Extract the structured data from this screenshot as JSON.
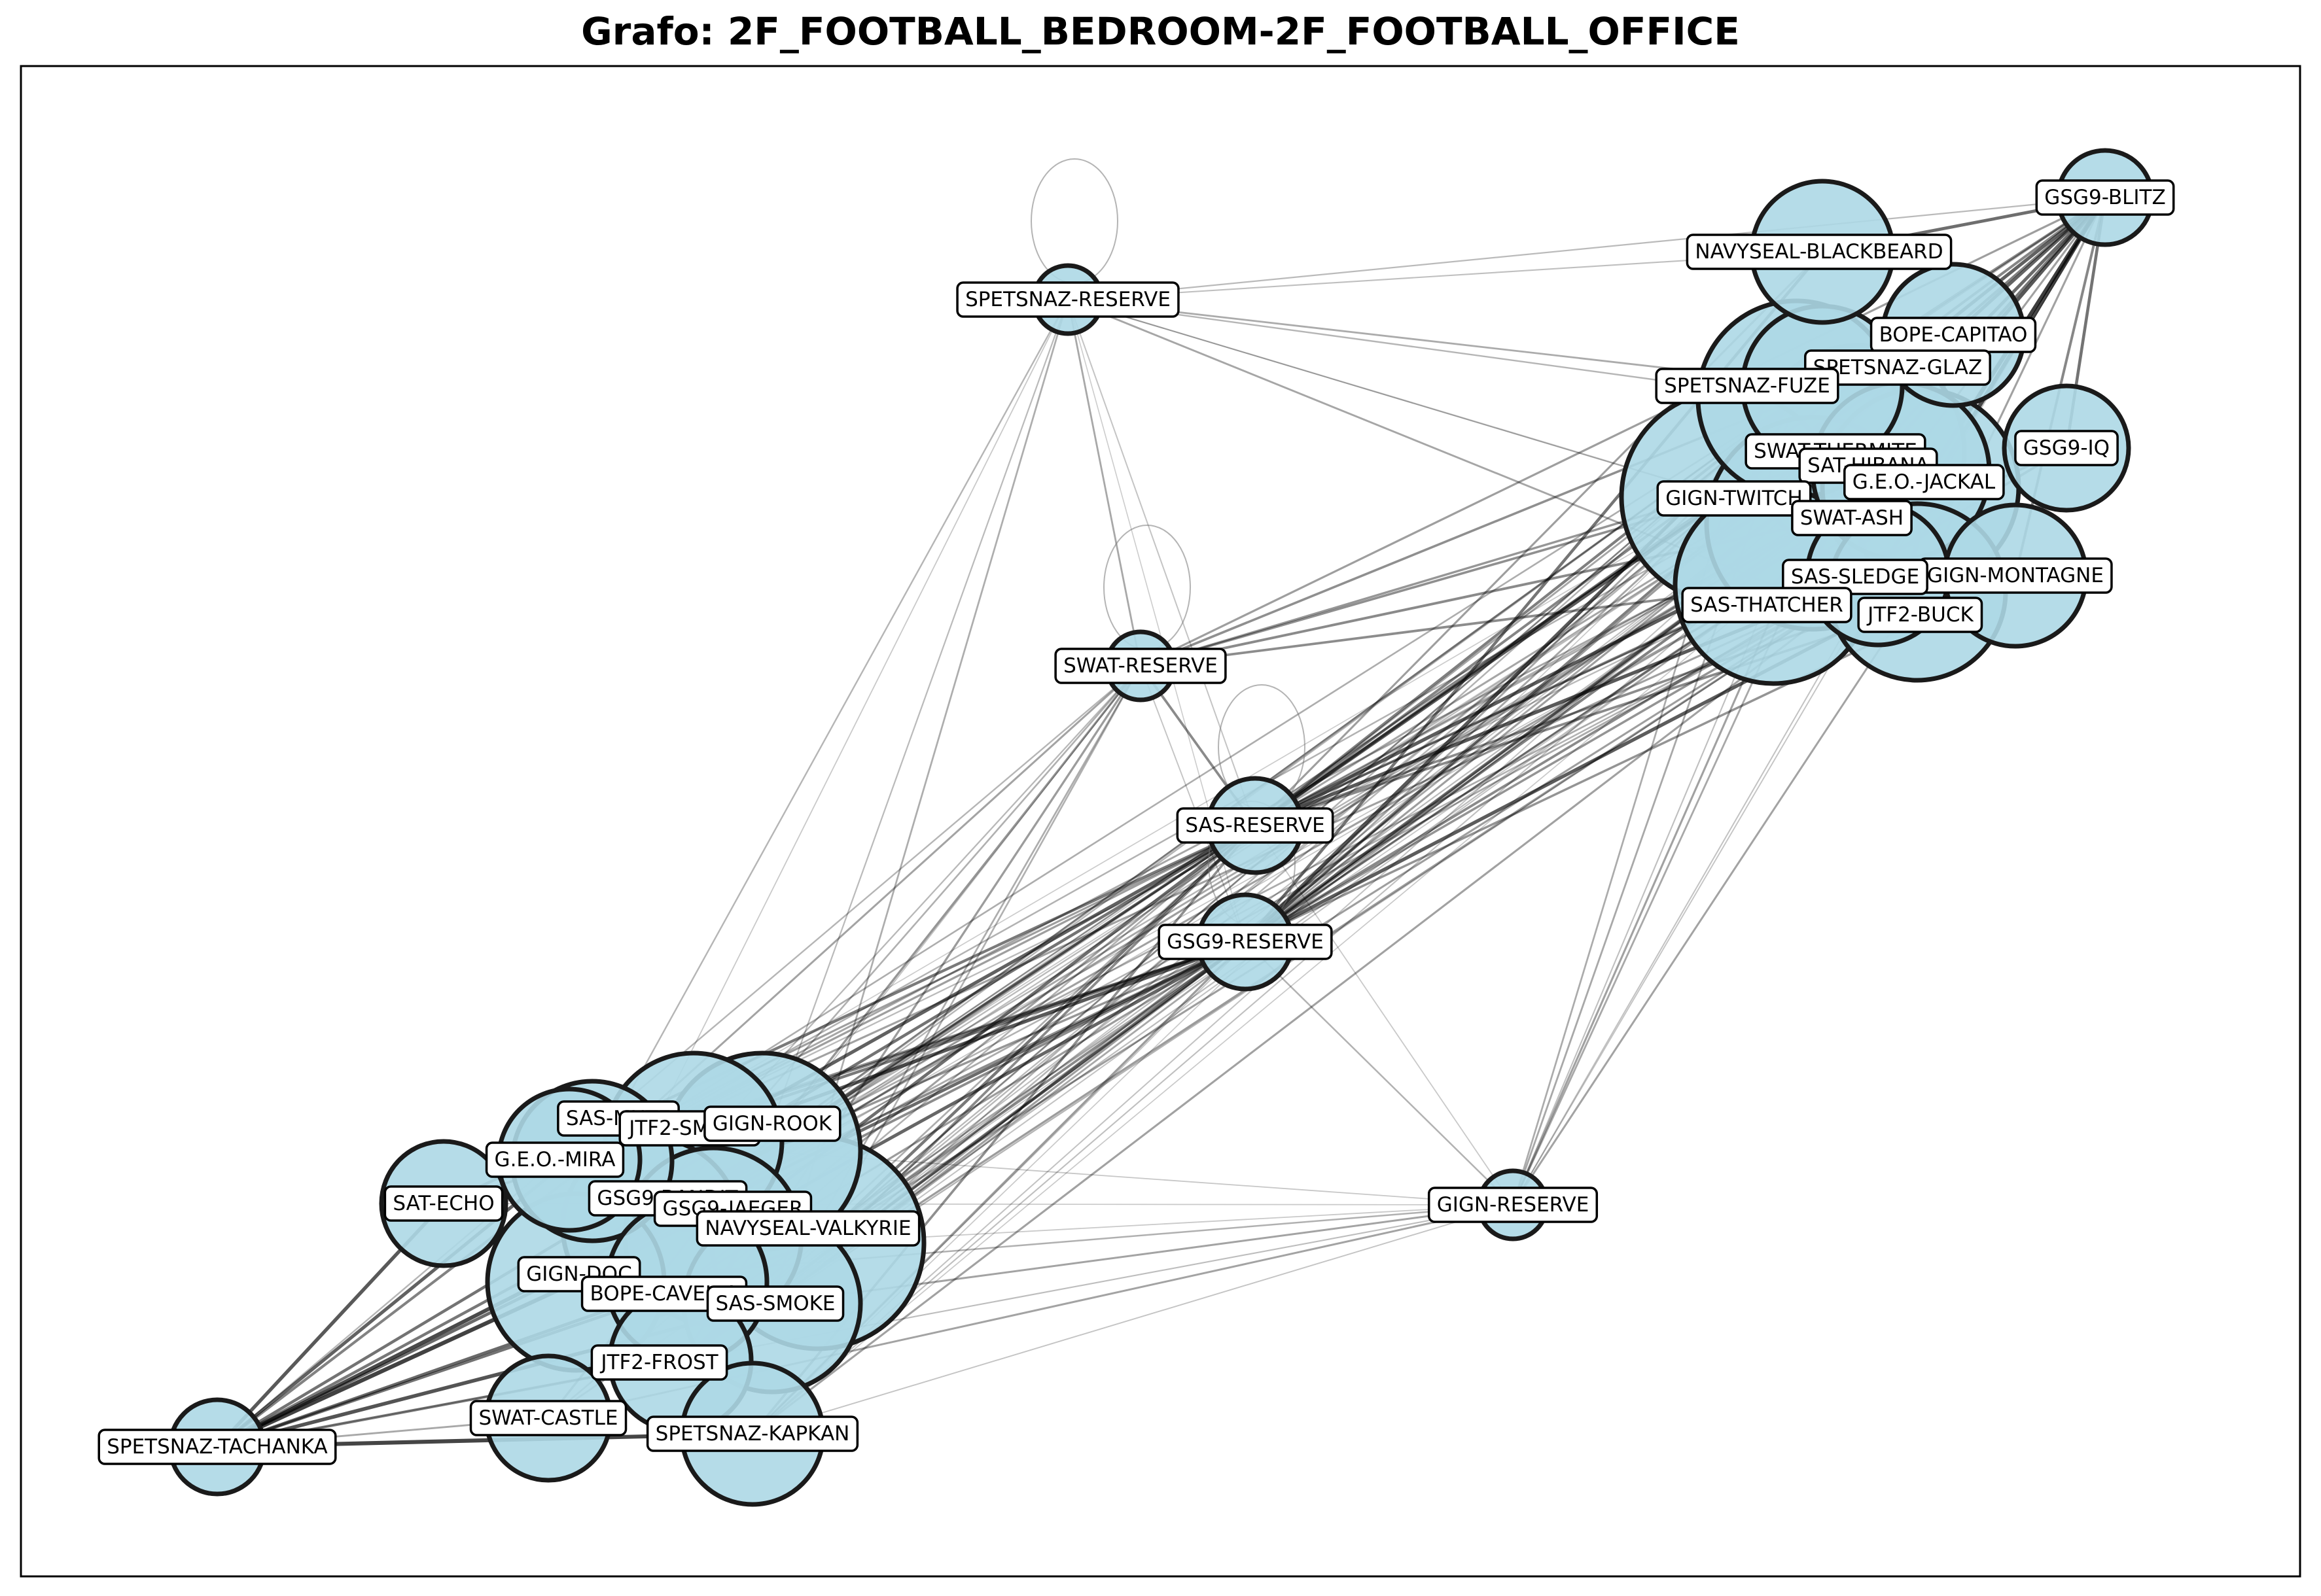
{
  "title": "Grafo: 2F_FOOTBALL_BEDROOM-2F_FOOTBALL_OFFICE",
  "colors": {
    "node_fill": "#add8e6",
    "node_stroke": "#1a1a1a",
    "edge": "#000000",
    "frame": "#000000"
  },
  "graph": {
    "nodes": [
      {
        "id": "GSG9-BLITZ",
        "label": "GSG9-BLITZ",
        "size": 2
      },
      {
        "id": "NAVYSEAL-BLACKBEARD",
        "label": "NAVYSEAL-BLACKBEARD",
        "size": 5
      },
      {
        "id": "BOPE-CAPITAO",
        "label": "BOPE-CAPITAO",
        "size": 5
      },
      {
        "id": "SPETSNAZ-GLAZ",
        "label": "SPETSNAZ-GLAZ",
        "size": 6
      },
      {
        "id": "SPETSNAZ-FUZE",
        "label": "SPETSNAZ-FUZE",
        "size": 8
      },
      {
        "id": "GSG9-IQ",
        "label": "GSG9-IQ",
        "size": 4
      },
      {
        "id": "SWAT-THERMITE",
        "label": "SWAT-THERMITE",
        "size": 9
      },
      {
        "id": "SAT-HIBANA",
        "label": "SAT-HIBANA",
        "size": 7
      },
      {
        "id": "G.E.O.-JACKAL",
        "label": "G.E.O.-JACKAL",
        "size": 8
      },
      {
        "id": "GIGN-TWITCH",
        "label": "GIGN-TWITCH",
        "size": 9
      },
      {
        "id": "SWAT-ASH",
        "label": "SWAT-ASH",
        "size": 9
      },
      {
        "id": "GIGN-MONTAGNE",
        "label": "GIGN-MONTAGNE",
        "size": 5
      },
      {
        "id": "SAS-SLEDGE",
        "label": "SAS-SLEDGE",
        "size": 5
      },
      {
        "id": "SAS-THATCHER",
        "label": "SAS-THATCHER",
        "size": 8
      },
      {
        "id": "JTF2-BUCK",
        "label": "JTF2-BUCK",
        "size": 7
      },
      {
        "id": "SPETSNAZ-RESERVE",
        "label": "SPETSNAZ-RESERVE",
        "size": 1
      },
      {
        "id": "SWAT-RESERVE",
        "label": "SWAT-RESERVE",
        "size": 1
      },
      {
        "id": "SAS-RESERVE",
        "label": "SAS-RESERVE",
        "size": 2
      },
      {
        "id": "GSG9-RESERVE",
        "label": "GSG9-RESERVE",
        "size": 2
      },
      {
        "id": "GIGN-RESERVE",
        "label": "GIGN-RESERVE",
        "size": 1
      },
      {
        "id": "SAS-MUTE",
        "label": "SAS-MUTE",
        "size": 6
      },
      {
        "id": "JTF2-SMOKE",
        "label": "JTF2-SMOKE",
        "size": 7
      },
      {
        "id": "GIGN-ROOK",
        "label": "GIGN-ROOK",
        "size": 8
      },
      {
        "id": "G.E.O.-MIRA",
        "label": "G.E.O.-MIRA",
        "size": 5
      },
      {
        "id": "SAT-ECHO",
        "label": "SAT-ECHO",
        "size": 4
      },
      {
        "id": "GSG9-BANDIT",
        "label": "GSG9-BANDIT",
        "size": 7
      },
      {
        "id": "GSG9-JAEGER",
        "label": "GSG9-JAEGER",
        "size": 7
      },
      {
        "id": "NAVYSEAL-VALKYRIE",
        "label": "NAVYSEAL-VALKYRIE",
        "size": 9
      },
      {
        "id": "GIGN-DOC",
        "label": "GIGN-DOC",
        "size": 7
      },
      {
        "id": "BOPE-CAVEIRA",
        "label": "BOPE-CAVEIRA",
        "size": 6
      },
      {
        "id": "SAS-SMOKE",
        "label": "SAS-SMOKE",
        "size": 7
      },
      {
        "id": "JTF2-FROST",
        "label": "JTF2-FROST",
        "size": 5
      },
      {
        "id": "SWAT-CASTLE",
        "label": "SWAT-CASTLE",
        "size": 4
      },
      {
        "id": "SPETSNAZ-KAPKAN",
        "label": "SPETSNAZ-KAPKAN",
        "size": 5
      },
      {
        "id": "SPETSNAZ-TACHANKA",
        "label": "SPETSNAZ-TACHANKA",
        "size": 2
      }
    ],
    "self_loops": [
      "SPETSNAZ-RESERVE",
      "SWAT-RESERVE",
      "SAS-RESERVE",
      "GSG9-RESERVE"
    ],
    "edge_groups": [
      {
        "from": [
          "GSG9-BLITZ"
        ],
        "to": [
          "NAVYSEAL-BLACKBEARD",
          "BOPE-CAPITAO",
          "SPETSNAZ-GLAZ",
          "SPETSNAZ-FUZE",
          "GSG9-IQ",
          "SWAT-THERMITE",
          "SAT-HIBANA",
          "G.E.O.-JACKAL",
          "GIGN-TWITCH",
          "SWAT-ASH",
          "GIGN-MONTAGNE",
          "SAS-SLEDGE",
          "SAS-THATCHER",
          "JTF2-BUCK"
        ],
        "weight": 0.9
      },
      {
        "from": [
          "SAS-RESERVE",
          "GSG9-RESERVE"
        ],
        "to": [
          "GSG9-BLITZ",
          "NAVYSEAL-BLACKBEARD",
          "BOPE-CAPITAO",
          "SPETSNAZ-GLAZ",
          "SPETSNAZ-FUZE",
          "GSG9-IQ",
          "SWAT-THERMITE",
          "SAT-HIBANA",
          "G.E.O.-JACKAL",
          "GIGN-TWITCH",
          "SWAT-ASH",
          "GIGN-MONTAGNE",
          "SAS-SLEDGE",
          "SAS-THATCHER",
          "JTF2-BUCK"
        ],
        "weight": 0.7
      },
      {
        "from": [
          "SAS-RESERVE",
          "GSG9-RESERVE"
        ],
        "to": [
          "SAS-MUTE",
          "JTF2-SMOKE",
          "GIGN-ROOK",
          "G.E.O.-MIRA",
          "SAT-ECHO",
          "GSG9-BANDIT",
          "GSG9-JAEGER",
          "NAVYSEAL-VALKYRIE",
          "GIGN-DOC",
          "BOPE-CAVEIRA",
          "SAS-SMOKE",
          "JTF2-FROST",
          "SWAT-CASTLE",
          "SPETSNAZ-KAPKAN",
          "SPETSNAZ-TACHANKA"
        ],
        "weight": 0.7
      },
      {
        "from": [
          "SWAT-RESERVE"
        ],
        "to": [
          "GIGN-TWITCH",
          "SWAT-ASH",
          "SAS-THATCHER",
          "SPETSNAZ-FUZE",
          "SWAT-THERMITE",
          "GSG9-BLITZ",
          "SAS-MUTE",
          "GIGN-ROOK",
          "GSG9-BANDIT",
          "NAVYSEAL-VALKYRIE",
          "GIGN-DOC",
          "SAS-SMOKE",
          "JTF2-FROST",
          "SWAT-CASTLE",
          "SPETSNAZ-TACHANKA",
          "SAS-RESERVE",
          "GSG9-RESERVE"
        ],
        "weight": 0.45
      },
      {
        "from": [
          "SPETSNAZ-RESERVE"
        ],
        "to": [
          "NAVYSEAL-BLACKBEARD",
          "SPETSNAZ-FUZE",
          "GIGN-TWITCH",
          "SWAT-ASH",
          "SAS-THATCHER",
          "GSG9-BLITZ",
          "SPETSNAZ-GLAZ",
          "SAS-MUTE",
          "GIGN-ROOK",
          "GIGN-DOC",
          "SAS-SMOKE",
          "SWAT-RESERVE",
          "SAS-RESERVE",
          "GSG9-RESERVE"
        ],
        "weight": 0.3
      },
      {
        "from": [
          "GIGN-RESERVE"
        ],
        "to": [
          "GSG9-BLITZ",
          "SPETSNAZ-FUZE",
          "SWAT-THERMITE",
          "GIGN-TWITCH",
          "SWAT-ASH",
          "SAS-THATCHER",
          "JTF2-BUCK",
          "SAS-SLEDGE",
          "NAVYSEAL-VALKYRIE",
          "GIGN-ROOK",
          "SAT-ECHO",
          "GIGN-DOC",
          "SAS-SMOKE",
          "SWAT-CASTLE",
          "SPETSNAZ-KAPKAN",
          "GSG9-RESERVE",
          "SAS-RESERVE",
          "SPETSNAZ-TACHANKA"
        ],
        "weight": 0.35
      },
      {
        "from": [
          "SWAT-THERMITE",
          "GIGN-TWITCH",
          "SWAT-ASH",
          "SAS-THATCHER",
          "SPETSNAZ-FUZE",
          "SAS-SLEDGE"
        ],
        "to": [
          "SAS-MUTE",
          "GIGN-ROOK",
          "GSG9-BANDIT",
          "NAVYSEAL-VALKYRIE",
          "GIGN-DOC",
          "SAS-SMOKE",
          "JTF2-FROST",
          "SPETSNAZ-KAPKAN"
        ],
        "weight": 0.35
      },
      {
        "from": [
          "SPETSNAZ-TACHANKA"
        ],
        "to": [
          "SAS-MUTE",
          "GIGN-ROOK",
          "G.E.O.-MIRA",
          "SAT-ECHO",
          "GSG9-BANDIT",
          "NAVYSEAL-VALKYRIE",
          "GIGN-DOC",
          "BOPE-CAVEIRA",
          "SAS-SMOKE",
          "JTF2-FROST",
          "SWAT-CASTLE",
          "SPETSNAZ-KAPKAN"
        ],
        "weight": 0.8
      }
    ]
  }
}
